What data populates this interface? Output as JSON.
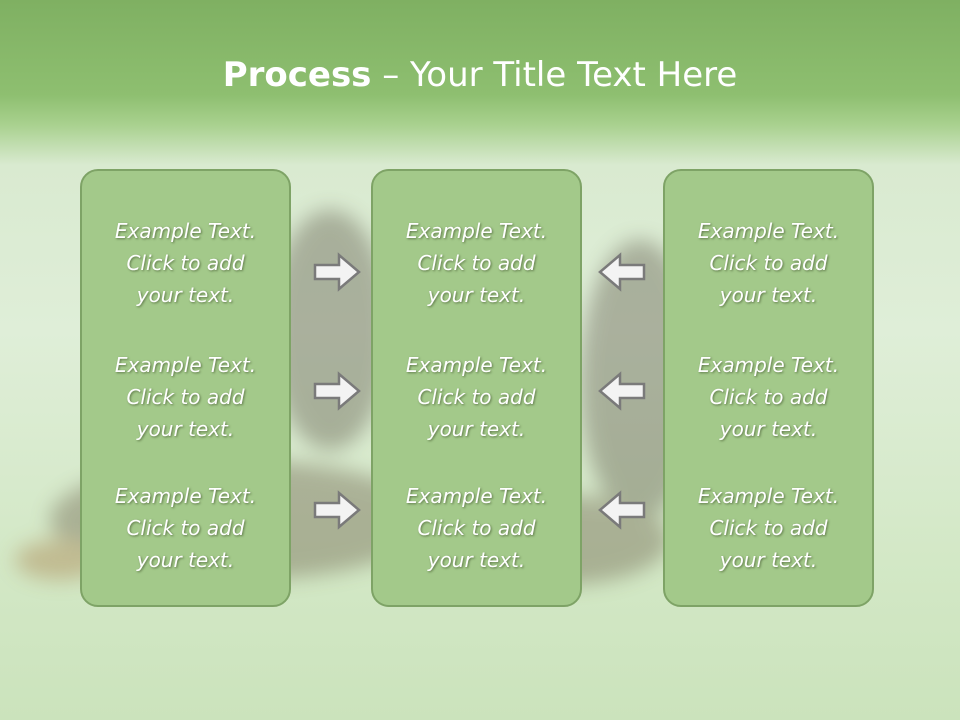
{
  "slide": {
    "title_bold": "Process",
    "title_rest": " – Your Title Text Here"
  },
  "columns": [
    {
      "items": [
        {
          "line1": "Example Text.",
          "line2": "Click  to add",
          "line3": "your text."
        },
        {
          "line1": "Example Text.",
          "line2": "Click  to add",
          "line3": "your text."
        },
        {
          "line1": "Example Text.",
          "line2": "Click  to add",
          "line3": "your text."
        }
      ]
    },
    {
      "items": [
        {
          "line1": "Example Text.",
          "line2": "Click  to add",
          "line3": "your text."
        },
        {
          "line1": "Example Text.",
          "line2": "Click  to add",
          "line3": "your text."
        },
        {
          "line1": "Example Text.",
          "line2": "Click  to add",
          "line3": "your text."
        }
      ]
    },
    {
      "items": [
        {
          "line1": "Example Text.",
          "line2": "Click  to add",
          "line3": "your text."
        },
        {
          "line1": "Example Text.",
          "line2": "Click  to add",
          "line3": "your text."
        },
        {
          "line1": "Example Text.",
          "line2": "Click  to add",
          "line3": "your text."
        }
      ]
    }
  ],
  "arrows": {
    "left_group": "arrow-right-icon",
    "right_group": "arrow-left-icon"
  },
  "colors": {
    "panel_fill": "#a3c98a",
    "panel_border": "#7ea366",
    "header_green": "#7fb062",
    "arrow_fill": "#f3f3f3",
    "arrow_stroke": "#7a7a7a"
  }
}
